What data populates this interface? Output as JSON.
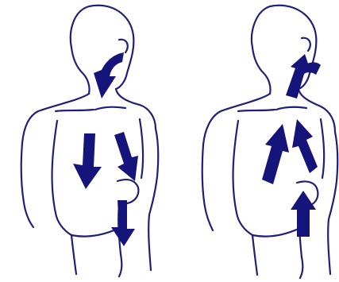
{
  "figure": {
    "panels": [
      {
        "id": "left",
        "phase_icon": "downward-airflow-arrows"
      },
      {
        "id": "right",
        "phase_icon": "upward-airflow-arrows"
      }
    ]
  },
  "colors": {
    "line": "#1f1f7a",
    "arrow": "#14147a",
    "background": "#ffffff"
  }
}
